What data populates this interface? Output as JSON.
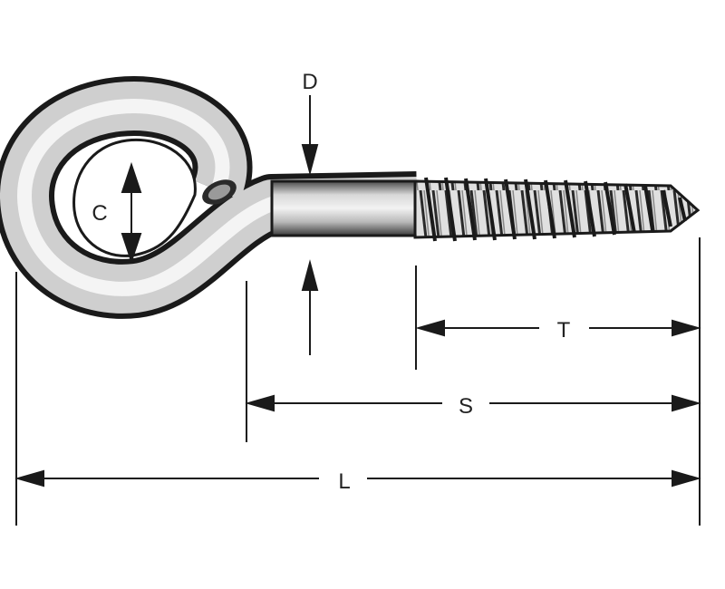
{
  "diagram": {
    "labels": {
      "D": "D",
      "C": "C",
      "T": "T",
      "S": "S",
      "L": "L"
    },
    "colors": {
      "line": "#1a1a1a",
      "metal_light": "#d8d8d8",
      "metal_dark": "#3a3a3a",
      "background": "#ffffff"
    }
  }
}
